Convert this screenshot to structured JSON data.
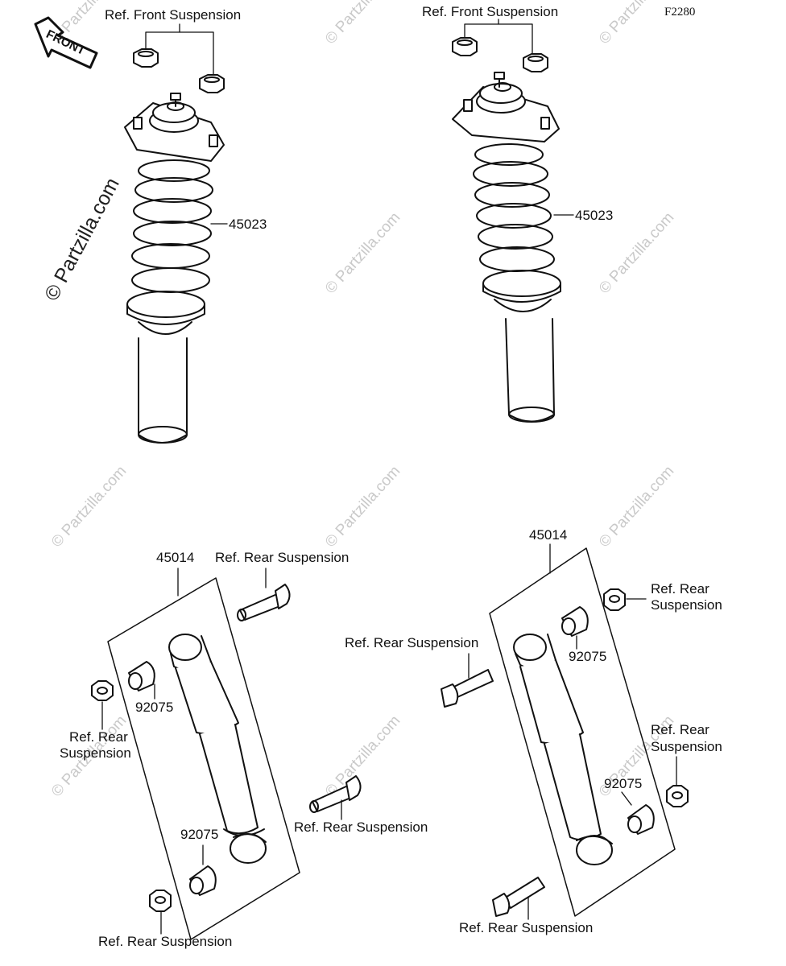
{
  "figure_code": "F2280",
  "front_badge": "FRONT",
  "watermark": "© Partzilla.com",
  "parts": {
    "front_shock_left": "45023",
    "front_shock_right": "45023",
    "rear_shock_left": "45014",
    "rear_shock_right": "45014",
    "bushing": "92075"
  },
  "refs": {
    "front_suspension": "Ref. Front Suspension",
    "rear_suspension": "Ref. Rear Suspension",
    "rear_line1": "Ref. Rear",
    "rear_line2": "Suspension"
  },
  "colors": {
    "line": "#111111",
    "watermark": "#c9c9c9"
  }
}
